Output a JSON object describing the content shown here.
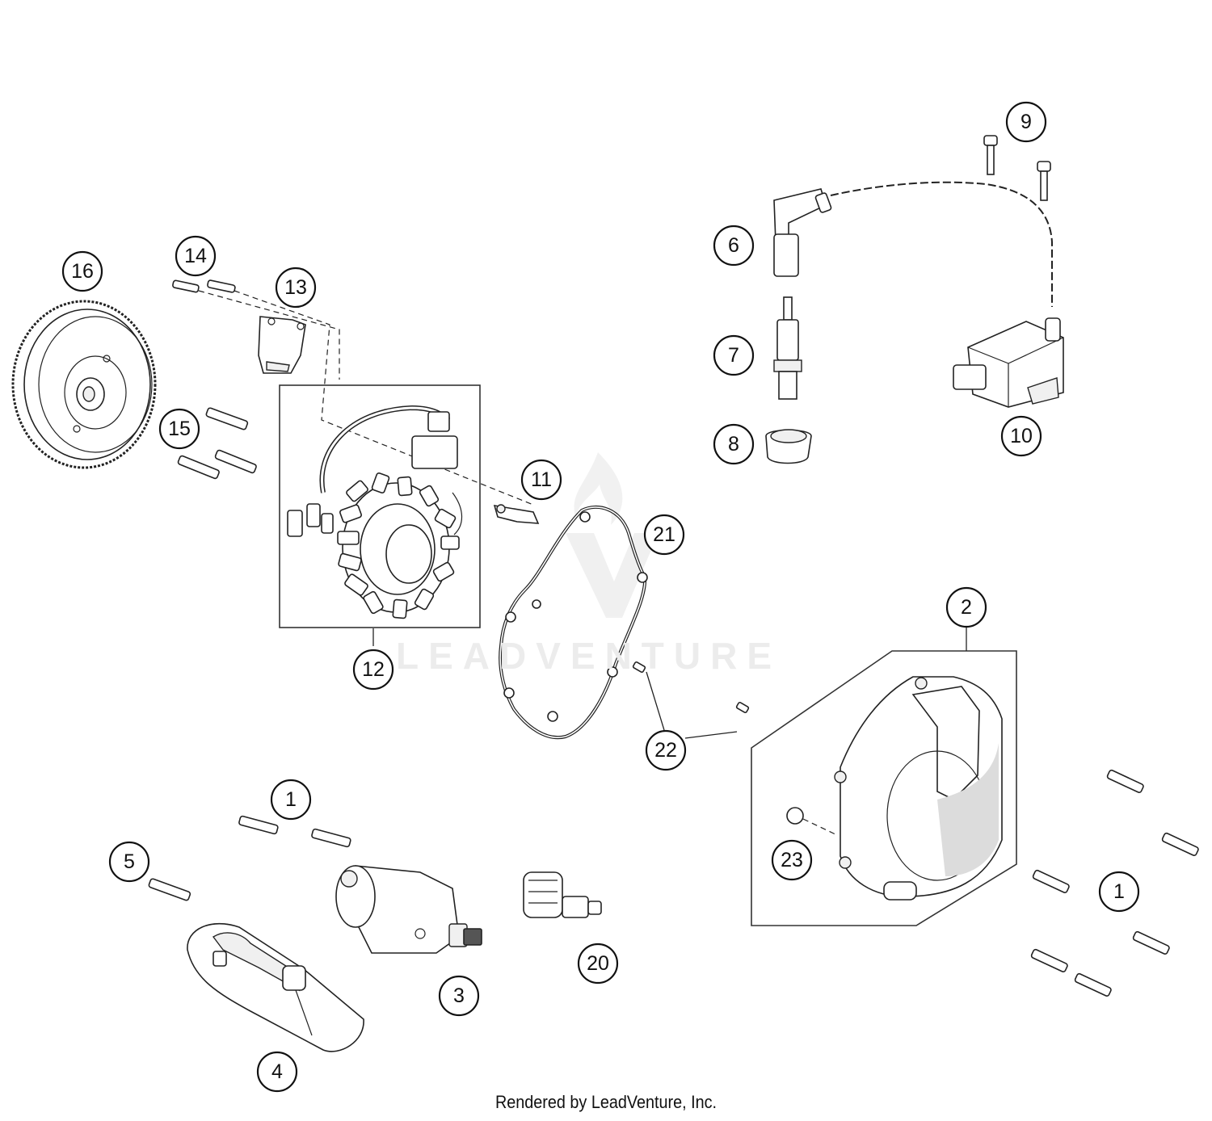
{
  "watermark": {
    "text": "LEADVENTURE"
  },
  "footer": {
    "text": "Rendered by LeadVenture, Inc."
  },
  "callouts": [
    {
      "id": "c1a",
      "label": "1"
    },
    {
      "id": "c1b",
      "label": "1"
    },
    {
      "id": "c2",
      "label": "2"
    },
    {
      "id": "c3",
      "label": "3"
    },
    {
      "id": "c4",
      "label": "4"
    },
    {
      "id": "c5",
      "label": "5"
    },
    {
      "id": "c6",
      "label": "6"
    },
    {
      "id": "c7",
      "label": "7"
    },
    {
      "id": "c8",
      "label": "8"
    },
    {
      "id": "c9",
      "label": "9"
    },
    {
      "id": "c10",
      "label": "10"
    },
    {
      "id": "c11",
      "label": "11"
    },
    {
      "id": "c12",
      "label": "12"
    },
    {
      "id": "c13",
      "label": "13"
    },
    {
      "id": "c14",
      "label": "14"
    },
    {
      "id": "c15",
      "label": "15"
    },
    {
      "id": "c16",
      "label": "16"
    },
    {
      "id": "c20",
      "label": "20"
    },
    {
      "id": "c21",
      "label": "21"
    },
    {
      "id": "c22",
      "label": "22"
    },
    {
      "id": "c23",
      "label": "23"
    }
  ]
}
